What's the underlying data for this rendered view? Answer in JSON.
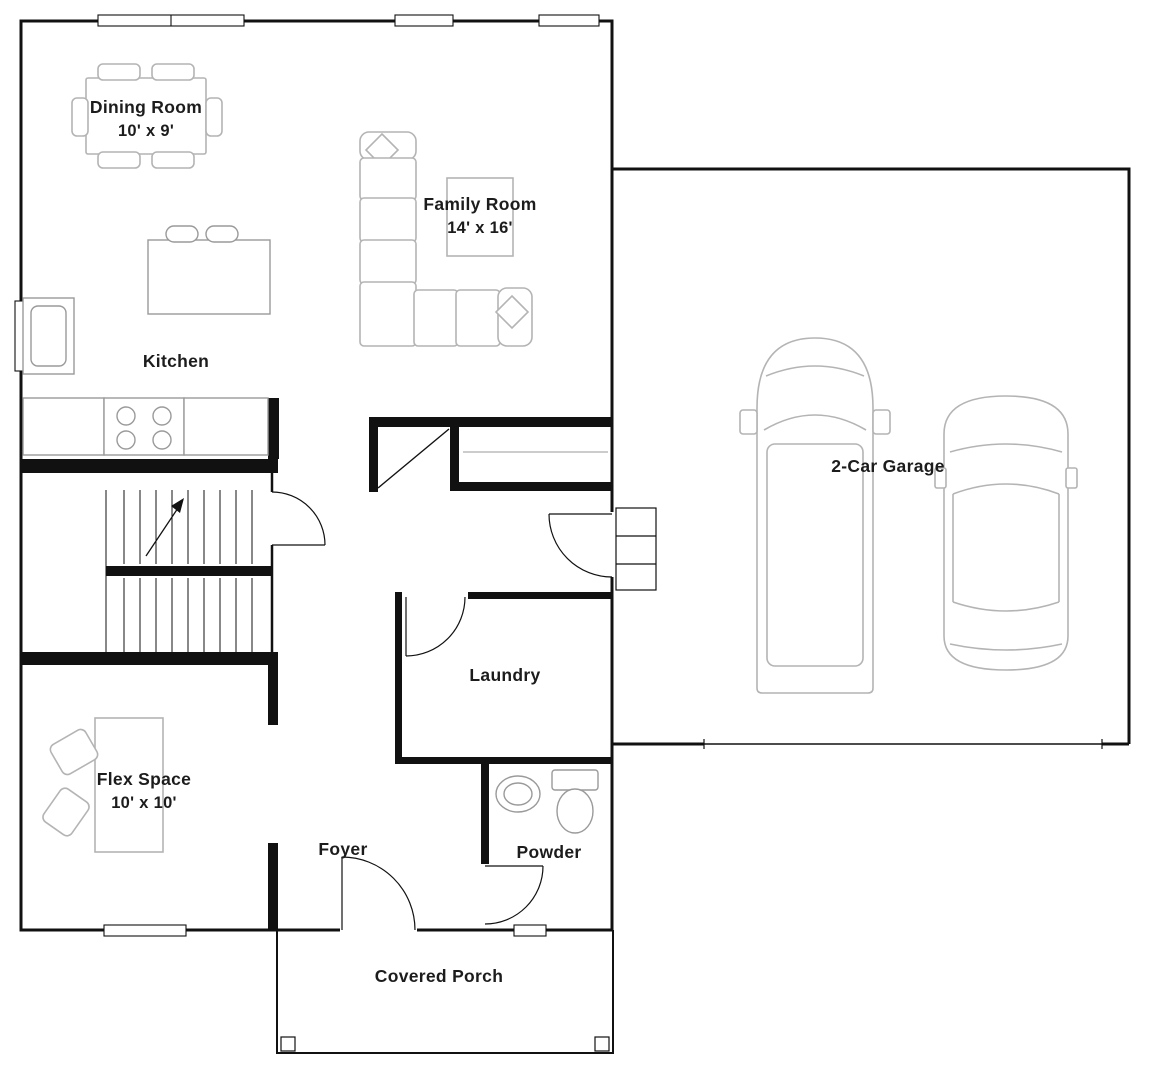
{
  "colors": {
    "wall": "#111111",
    "furniture": "#b4b4b4",
    "fixtures": "#9a9a9a",
    "text": "#1c1c1c",
    "background": "#ffffff"
  },
  "rooms": {
    "dining": {
      "name": "Dining Room",
      "dims": "10' x 9'"
    },
    "family": {
      "name": "Family Room",
      "dims": "14' x 16'"
    },
    "kitchen": {
      "name": "Kitchen"
    },
    "garage": {
      "name": "2-Car Garage"
    },
    "laundry": {
      "name": "Laundry"
    },
    "flex": {
      "name": "Flex Space",
      "dims": "10' x 10'"
    },
    "foyer": {
      "name": "Foyer"
    },
    "powder": {
      "name": "Powder"
    },
    "porch": {
      "name": "Covered Porch"
    }
  }
}
